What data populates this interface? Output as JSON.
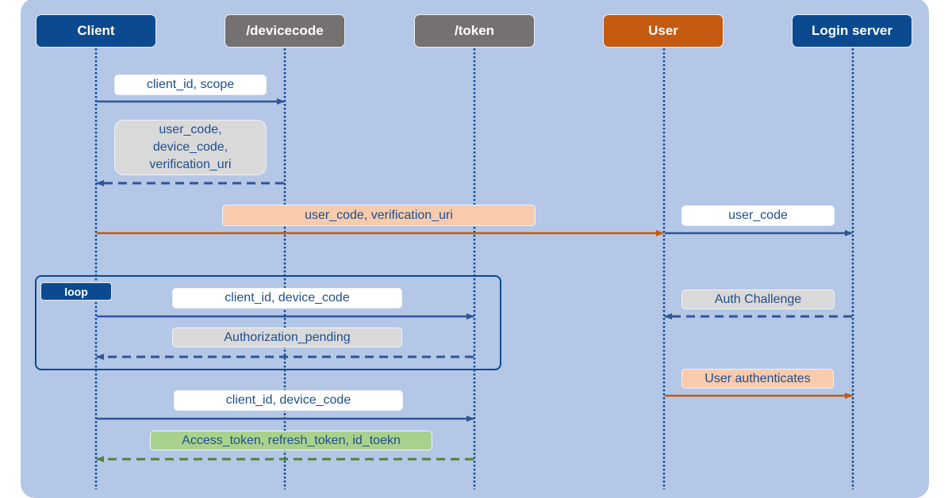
{
  "colors": {
    "panel": "#b4c7e7",
    "lifeline": "#0b4a8f",
    "request_arrow": "#2f5597",
    "orange_arrow": "#c55a11",
    "green_arrow": "#548235",
    "actor_blue": "#0b4a8f",
    "actor_gray": "#767171",
    "actor_orange": "#c55a11"
  },
  "actors": [
    {
      "id": "client",
      "label": "Client",
      "color": "#0b4a8f"
    },
    {
      "id": "devicecode",
      "label": "/devicecode",
      "color": "#767171"
    },
    {
      "id": "token",
      "label": "/token",
      "color": "#767171"
    },
    {
      "id": "user",
      "label": "User",
      "color": "#c55a11"
    },
    {
      "id": "login",
      "label": "Login server",
      "color": "#0b4a8f"
    }
  ],
  "loop": {
    "label": "loop"
  },
  "messages": [
    {
      "from": "client",
      "to": "devicecode",
      "label": "client_id, scope",
      "style": "solid",
      "color": "#2f5597",
      "fill": "white"
    },
    {
      "from": "devicecode",
      "to": "client",
      "label": "user_code,\ndevice_code,\nverification_uri",
      "style": "dashed",
      "color": "#2f5597",
      "fill": "gray"
    },
    {
      "from": "client",
      "to": "user",
      "label": "user_code, verification_uri",
      "style": "solid",
      "color": "#c55a11",
      "fill": "peach"
    },
    {
      "from": "user",
      "to": "login",
      "label": "user_code",
      "style": "solid",
      "color": "#2f5597",
      "fill": "white"
    },
    {
      "from": "client",
      "to": "token",
      "label": "client_id, device_code",
      "style": "solid",
      "color": "#2f5597",
      "fill": "white"
    },
    {
      "from": "login",
      "to": "user",
      "label": "Auth Challenge",
      "style": "dashed",
      "color": "#2f5597",
      "fill": "gray"
    },
    {
      "from": "token",
      "to": "client",
      "label": "Authorization_pending",
      "style": "dashed",
      "color": "#2f5597",
      "fill": "gray"
    },
    {
      "from": "user",
      "to": "login",
      "label": "User authenticates",
      "style": "solid",
      "color": "#c55a11",
      "fill": "peach"
    },
    {
      "from": "client",
      "to": "token",
      "label": "client_id, device_code",
      "style": "solid",
      "color": "#2f5597",
      "fill": "white"
    },
    {
      "from": "token",
      "to": "client",
      "label": "Access_token, refresh_token, id_toekn",
      "style": "dashed",
      "color": "#548235",
      "fill": "green"
    }
  ]
}
